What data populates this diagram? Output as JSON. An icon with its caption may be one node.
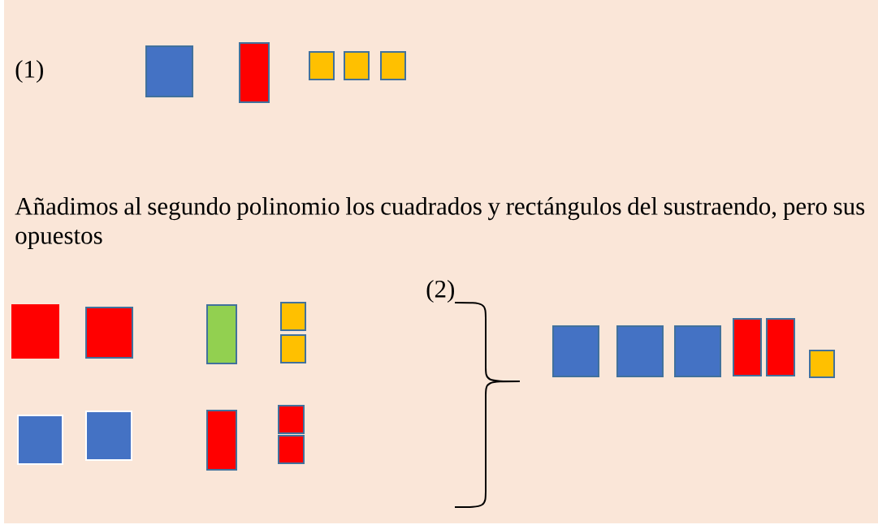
{
  "diagram": {
    "labels": [
      "(1)",
      "Añadimos al segundo polinomio los cuadrados y rectángulos del sustraendo, pero sus opuestos",
      "(2)"
    ]
  }
}
